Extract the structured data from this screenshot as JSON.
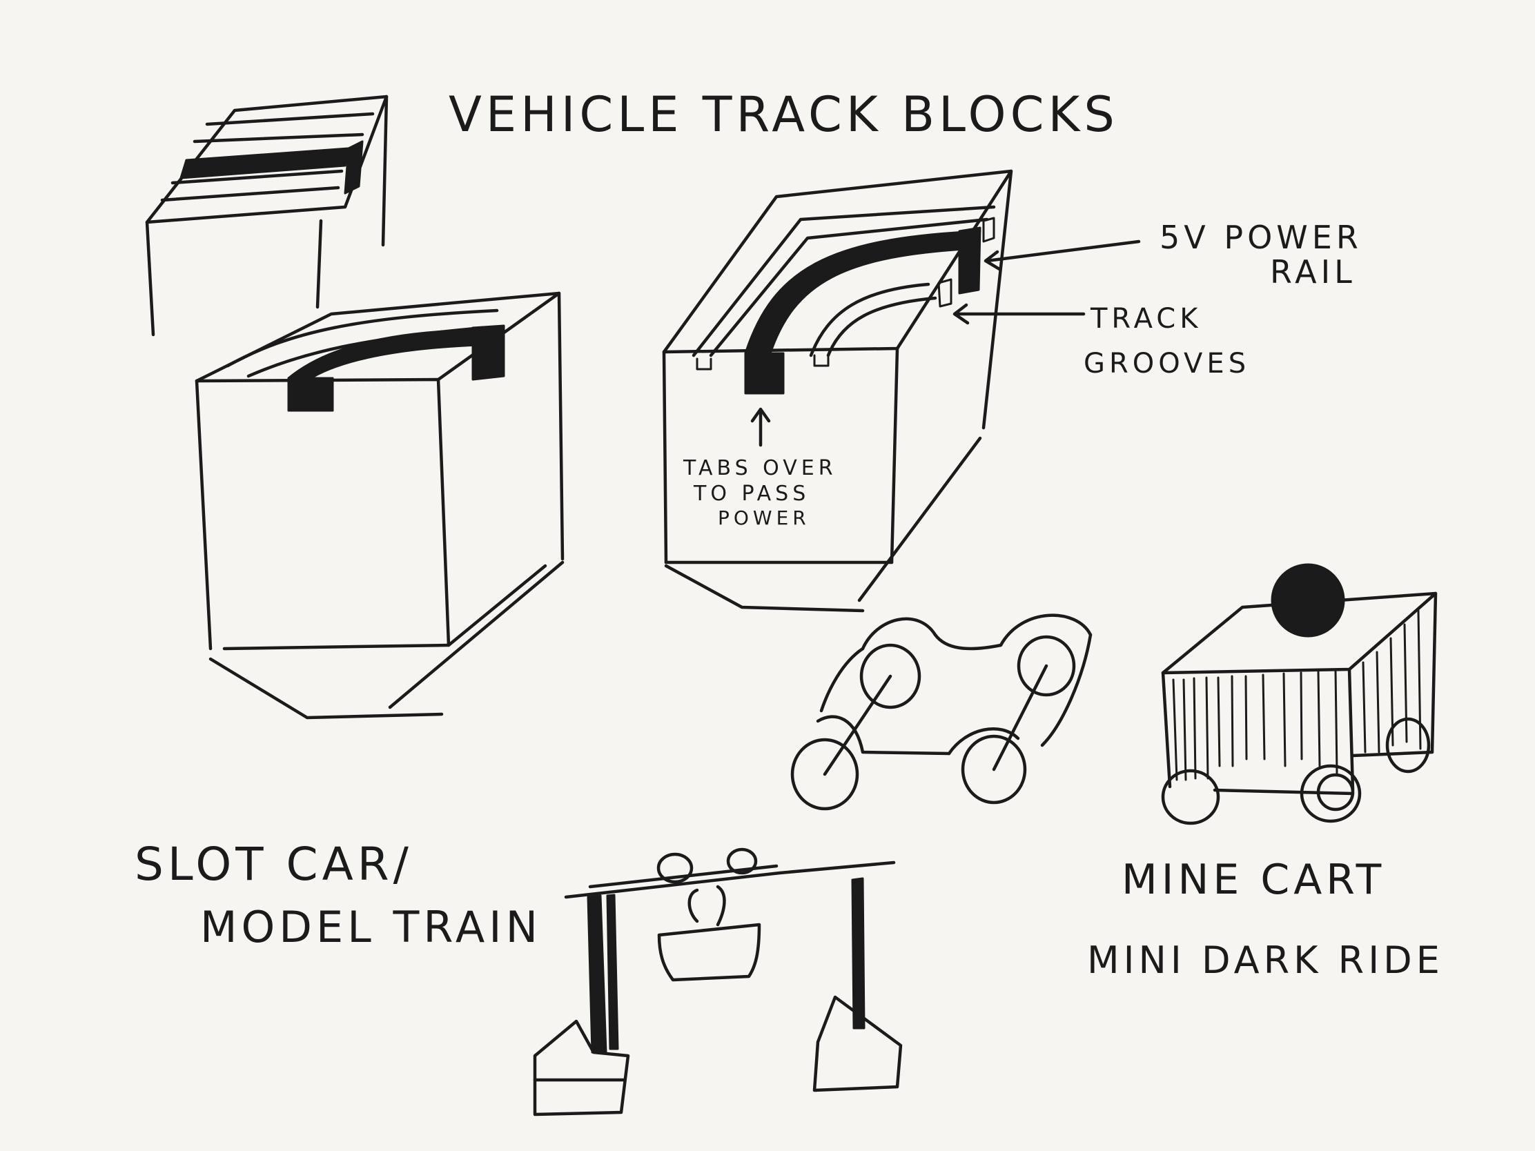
{
  "title": "VEHICLE TRACK BLOCKS",
  "callouts": {
    "power_rail": [
      "5V POWER",
      "RAIL"
    ],
    "track_grooves": [
      "TRACK",
      "GROOVES"
    ],
    "tabs": [
      "TABS OVER",
      "TO PASS",
      "POWER"
    ]
  },
  "labels": {
    "slot_car": [
      "SLOT CAR/",
      "MODEL TRAIN"
    ],
    "mine_cart": "MINE CART",
    "dark_ride": "MINI DARK RIDE"
  },
  "colors": {
    "ink": "#1b1b1b",
    "paper": "#f6f5f1"
  }
}
